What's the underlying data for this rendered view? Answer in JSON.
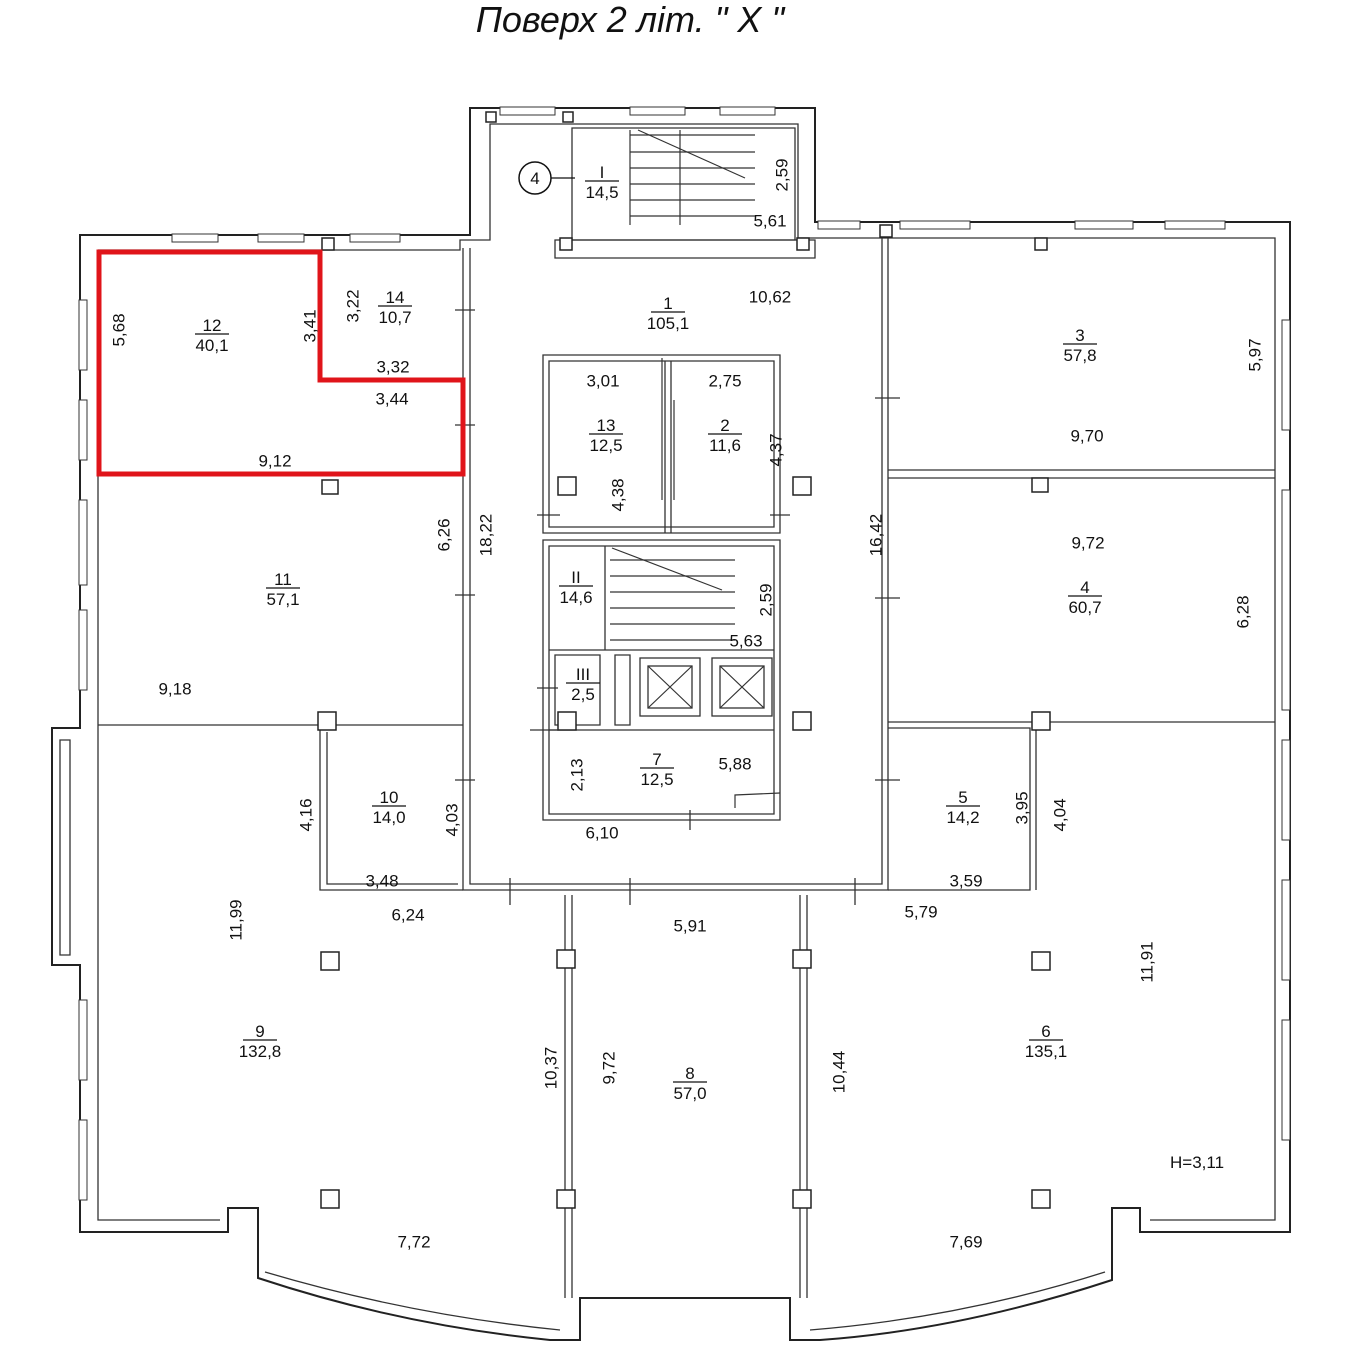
{
  "title": "Поверх 2 літ. \" X \"",
  "height_note": "H=3,11",
  "section_marker": "4",
  "highlight_color": "#e0141a",
  "rooms": [
    {
      "id": "r1",
      "num": "1",
      "area": "105,1"
    },
    {
      "id": "r2",
      "num": "2",
      "area": "11,6"
    },
    {
      "id": "r3",
      "num": "3",
      "area": "57,8"
    },
    {
      "id": "r4",
      "num": "4",
      "area": "60,7"
    },
    {
      "id": "r5",
      "num": "5",
      "area": "14,2"
    },
    {
      "id": "r6",
      "num": "6",
      "area": "135,1"
    },
    {
      "id": "r7",
      "num": "7",
      "area": "12,5"
    },
    {
      "id": "r8",
      "num": "8",
      "area": "57,0"
    },
    {
      "id": "r9",
      "num": "9",
      "area": "132,8"
    },
    {
      "id": "r10",
      "num": "10",
      "area": "14,0"
    },
    {
      "id": "r11",
      "num": "11",
      "area": "57,1"
    },
    {
      "id": "r12",
      "num": "12",
      "area": "40,1"
    },
    {
      "id": "r13",
      "num": "13",
      "area": "12,5"
    },
    {
      "id": "r14",
      "num": "14",
      "area": "10,7"
    },
    {
      "id": "rI",
      "num": "I",
      "area": "14,5"
    },
    {
      "id": "rII",
      "num": "II",
      "area": "14,6"
    },
    {
      "id": "rIII",
      "num": "III",
      "area": "2,5"
    }
  ],
  "dimensions": [
    {
      "id": "d1",
      "value": "2,59"
    },
    {
      "id": "d2",
      "value": "5,61"
    },
    {
      "id": "d3",
      "value": "10,62"
    },
    {
      "id": "d4",
      "value": "5,68"
    },
    {
      "id": "d5",
      "value": "3,41"
    },
    {
      "id": "d6",
      "value": "3,22"
    },
    {
      "id": "d7",
      "value": "3,32"
    },
    {
      "id": "d8",
      "value": "3,44"
    },
    {
      "id": "d9",
      "value": "9,12"
    },
    {
      "id": "d10",
      "value": "3,01"
    },
    {
      "id": "d11",
      "value": "2,75"
    },
    {
      "id": "d12",
      "value": "4,37"
    },
    {
      "id": "d13",
      "value": "4,38"
    },
    {
      "id": "d14",
      "value": "5,97"
    },
    {
      "id": "d15",
      "value": "9,70"
    },
    {
      "id": "d16",
      "value": "9,72"
    },
    {
      "id": "d17",
      "value": "6,28"
    },
    {
      "id": "d18",
      "value": "6,26"
    },
    {
      "id": "d19",
      "value": "18,22"
    },
    {
      "id": "d20",
      "value": "16,42"
    },
    {
      "id": "d21",
      "value": "2,59"
    },
    {
      "id": "d22",
      "value": "5,63"
    },
    {
      "id": "d23",
      "value": "9,18"
    },
    {
      "id": "d24",
      "value": "2,13"
    },
    {
      "id": "d25",
      "value": "5,88"
    },
    {
      "id": "d26",
      "value": "6,10"
    },
    {
      "id": "d27",
      "value": "4,16"
    },
    {
      "id": "d28",
      "value": "4,03"
    },
    {
      "id": "d29",
      "value": "3,48"
    },
    {
      "id": "d30",
      "value": "6,24"
    },
    {
      "id": "d31",
      "value": "3,95"
    },
    {
      "id": "d32",
      "value": "4,04"
    },
    {
      "id": "d33",
      "value": "3,59"
    },
    {
      "id": "d34",
      "value": "5,91"
    },
    {
      "id": "d35",
      "value": "5,79"
    },
    {
      "id": "d36",
      "value": "11,99"
    },
    {
      "id": "d37",
      "value": "11,91"
    },
    {
      "id": "d38",
      "value": "10,37"
    },
    {
      "id": "d39",
      "value": "9,72"
    },
    {
      "id": "d40",
      "value": "10,44"
    },
    {
      "id": "d41",
      "value": "7,72"
    },
    {
      "id": "d42",
      "value": "7,69"
    }
  ]
}
